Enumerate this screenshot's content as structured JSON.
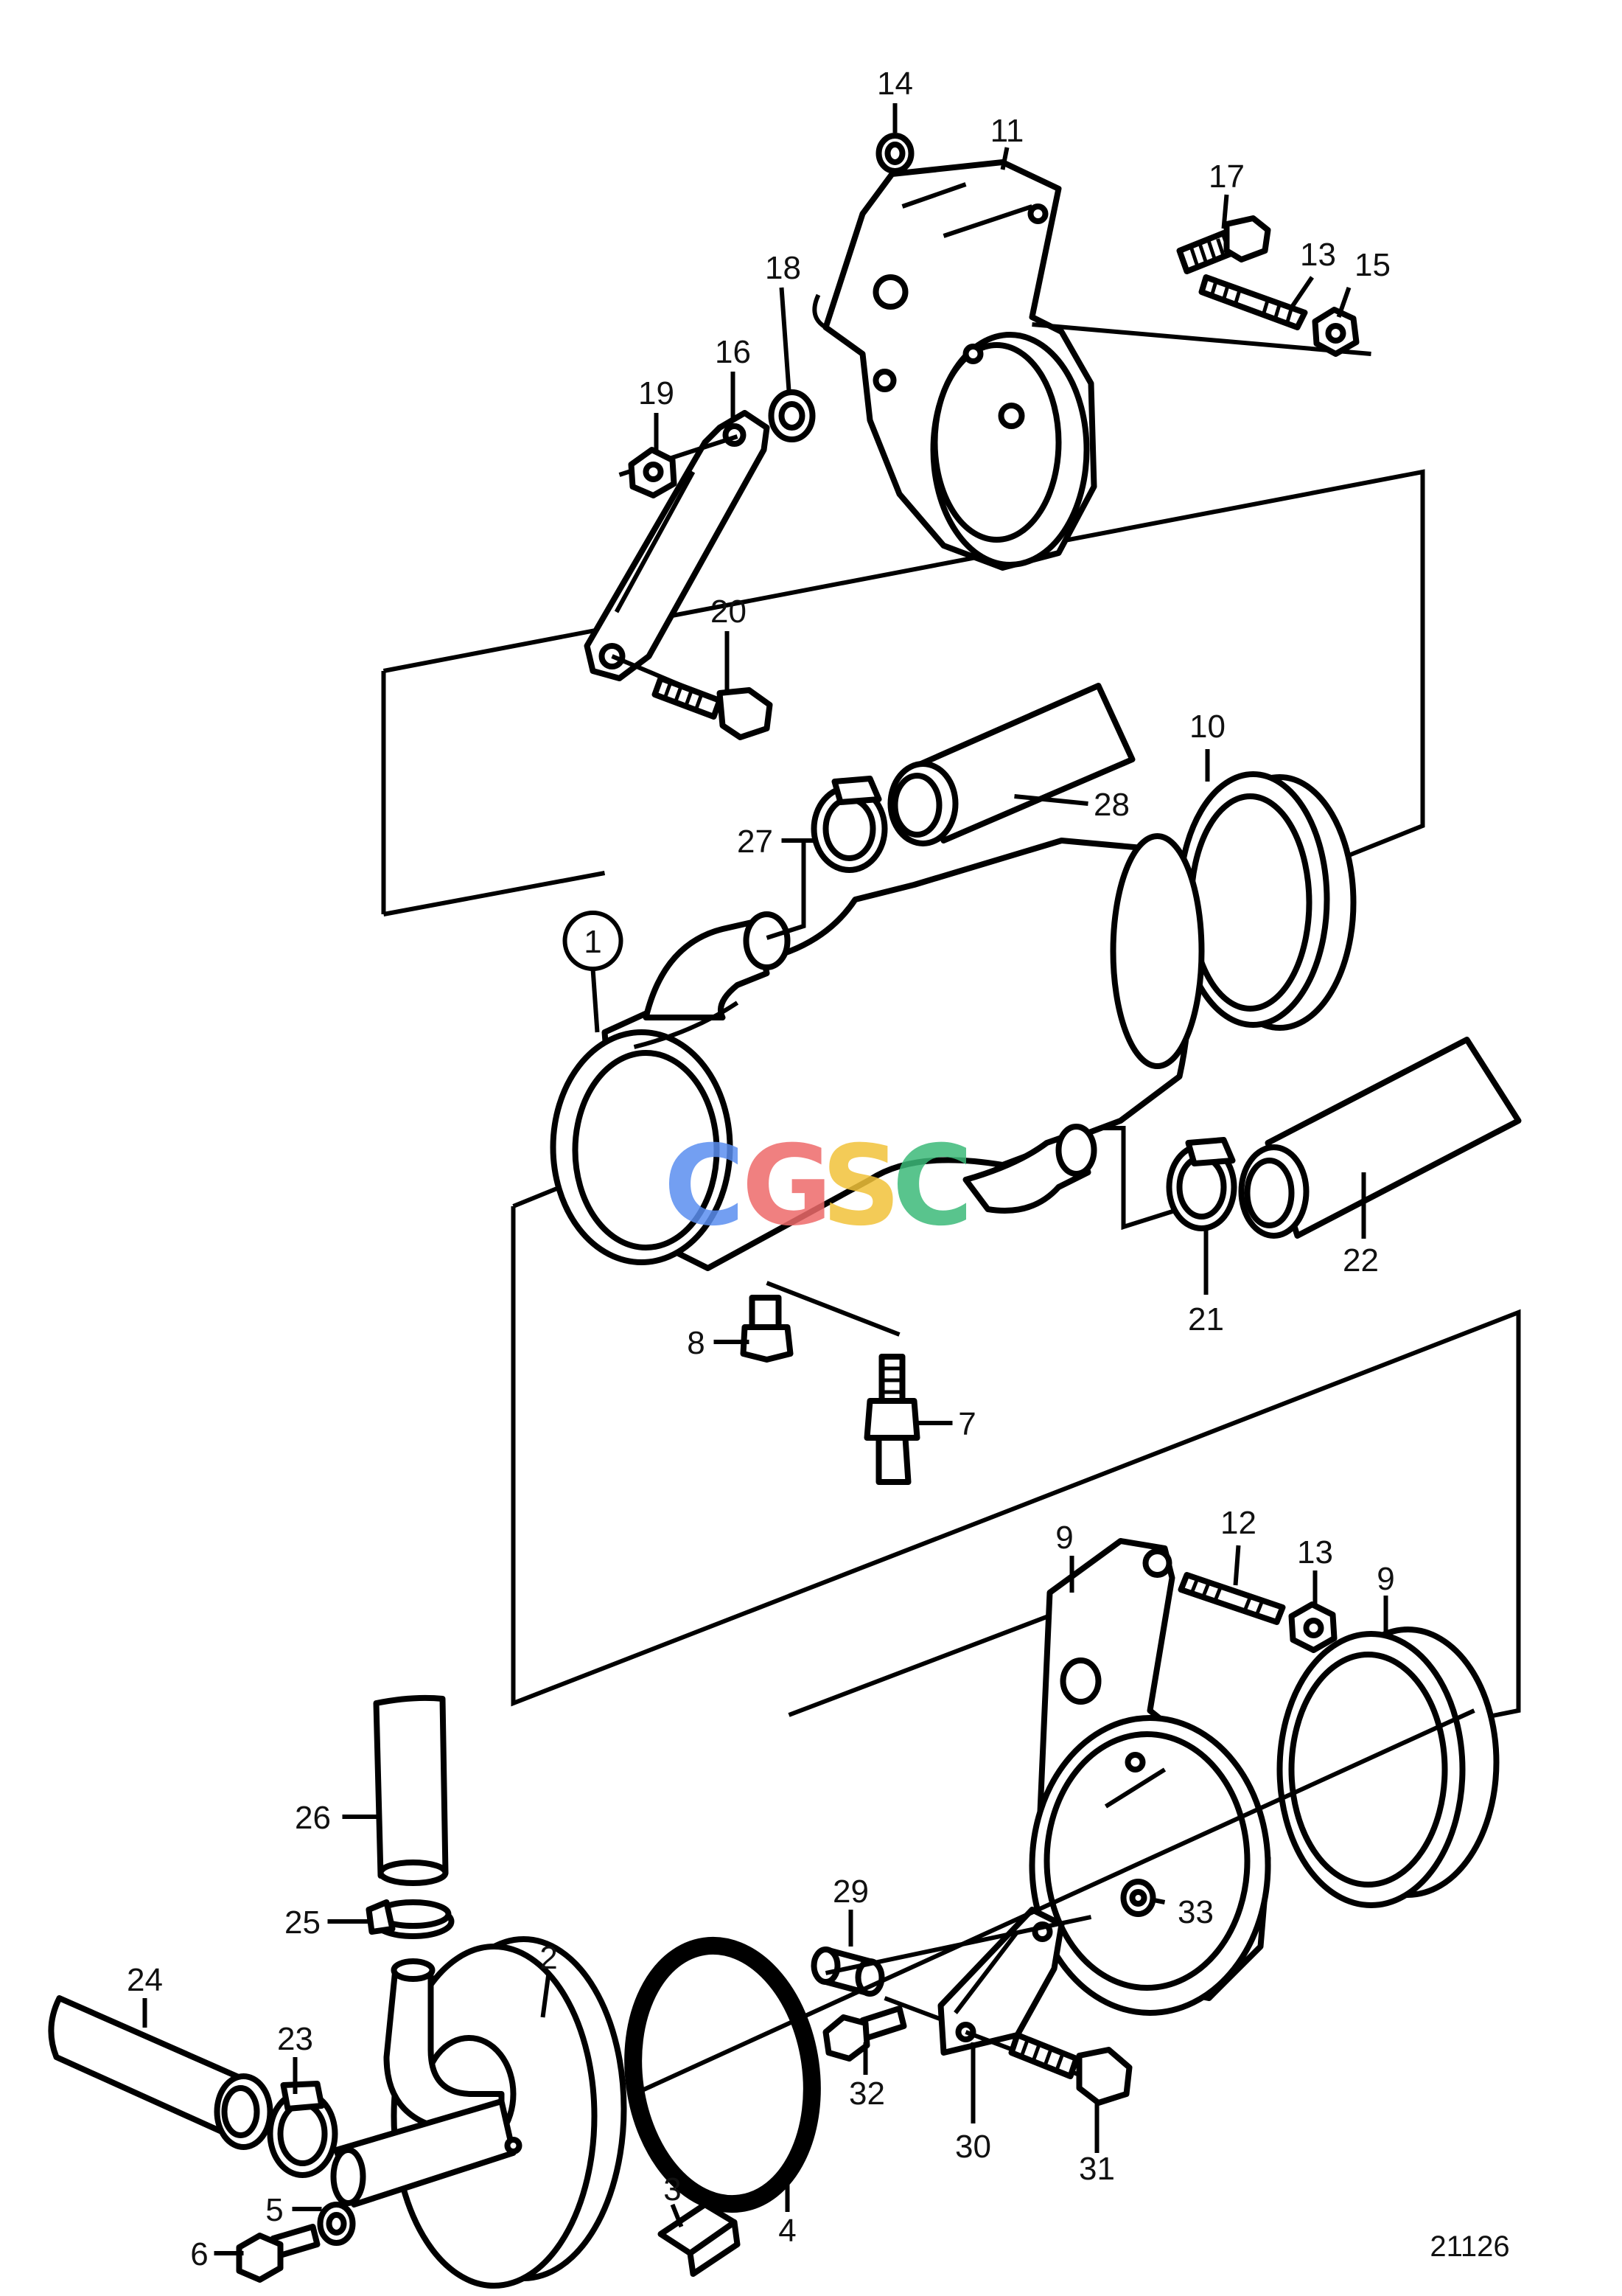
{
  "diagram": {
    "reference_number": "21126",
    "watermark": {
      "letters": [
        "C",
        "G",
        "S",
        "C"
      ],
      "colors": [
        "#5b8ff0",
        "#ee6a6a",
        "#f2c33a",
        "#3dba7a"
      ]
    },
    "callouts": [
      "1",
      "2",
      "3",
      "4",
      "5",
      "6",
      "7",
      "8",
      "9",
      "9",
      "10",
      "11",
      "12",
      "13",
      "13",
      "14",
      "15",
      "16",
      "17",
      "18",
      "19",
      "20",
      "21",
      "22",
      "23",
      "24",
      "25",
      "26",
      "27",
      "28",
      "29",
      "30",
      "31",
      "32",
      "33"
    ],
    "parts": [
      {
        "id": "1",
        "name": "heat-exchanger-housing",
        "circled": true
      },
      {
        "id": "2",
        "name": "end-cover"
      },
      {
        "id": "3",
        "name": "clip"
      },
      {
        "id": "4",
        "name": "o-ring"
      },
      {
        "id": "5",
        "name": "washer"
      },
      {
        "id": "6",
        "name": "bolt"
      },
      {
        "id": "7",
        "name": "nipple"
      },
      {
        "id": "8",
        "name": "drain-plug"
      },
      {
        "id": "9",
        "name": "rear-bracket-and-end-cap"
      },
      {
        "id": "10",
        "name": "end-cap"
      },
      {
        "id": "11",
        "name": "front-bracket"
      },
      {
        "id": "12",
        "name": "stud"
      },
      {
        "id": "13",
        "name": "stud-and-nut"
      },
      {
        "id": "14",
        "name": "washer"
      },
      {
        "id": "15",
        "name": "nut"
      },
      {
        "id": "16",
        "name": "stay"
      },
      {
        "id": "17",
        "name": "screw"
      },
      {
        "id": "18",
        "name": "washer"
      },
      {
        "id": "19",
        "name": "nut"
      },
      {
        "id": "20",
        "name": "screw"
      },
      {
        "id": "21",
        "name": "hose-clamp"
      },
      {
        "id": "22",
        "name": "hose"
      },
      {
        "id": "23",
        "name": "hose-clamp"
      },
      {
        "id": "24",
        "name": "hose"
      },
      {
        "id": "25",
        "name": "hose-clamp"
      },
      {
        "id": "26",
        "name": "hose"
      },
      {
        "id": "27",
        "name": "hose-clamp"
      },
      {
        "id": "28",
        "name": "hose"
      },
      {
        "id": "29",
        "name": "spacer"
      },
      {
        "id": "30",
        "name": "bracket"
      },
      {
        "id": "31",
        "name": "screw"
      },
      {
        "id": "32",
        "name": "screw"
      },
      {
        "id": "33",
        "name": "nut"
      }
    ]
  }
}
